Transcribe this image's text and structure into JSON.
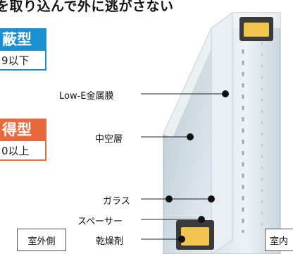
{
  "headline": "を取り込んで外に逃がさない",
  "shielding": {
    "tag": "蔽型",
    "sub": "9以下"
  },
  "gain": {
    "tag": "得型",
    "sub": "0以上"
  },
  "labels": {
    "lowe": "Low-E金属膜",
    "air": "中空層",
    "glass": "ガラス",
    "spacer": "スペーサー",
    "desiccant": "乾燥剤"
  },
  "outside": "室外側",
  "inside": "室内"
}
